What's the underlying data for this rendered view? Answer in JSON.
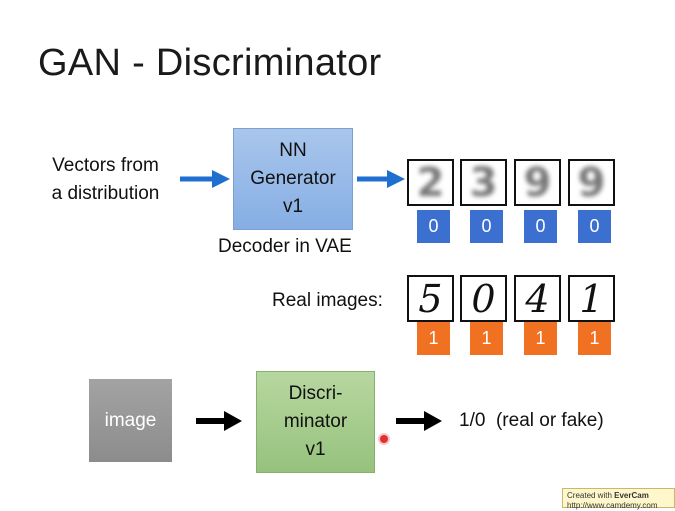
{
  "title": "GAN - Discriminator",
  "input_label_line1": "Vectors from",
  "input_label_line2": "a distribution",
  "generator": {
    "line1": "NN",
    "line2": "Generator",
    "line3": "v1"
  },
  "generator_caption": "Decoder in VAE",
  "generated_digits": [
    {
      "digit": "2",
      "label": "0"
    },
    {
      "digit": "3",
      "label": "0"
    },
    {
      "digit": "9",
      "label": "0"
    },
    {
      "digit": "9",
      "label": "0"
    }
  ],
  "real_images_label": "Real images:",
  "real_digits": [
    {
      "digit": "5",
      "label": "1"
    },
    {
      "digit": "0",
      "label": "1"
    },
    {
      "digit": "4",
      "label": "1"
    },
    {
      "digit": "1",
      "label": "1"
    }
  ],
  "image_box_label": "image",
  "discriminator": {
    "line1": "Discri-",
    "line2": "minator",
    "line3": "v1"
  },
  "output_label": "1/0  (real or fake)",
  "watermark": {
    "prefix": "Created with ",
    "brand": "EverCam",
    "url": "http://www.camdemy.com"
  },
  "colors": {
    "generator_fill": "#9dbde9",
    "discriminator_fill": "#a6cd8d",
    "fake_badge": "#3b6fd0",
    "real_badge": "#f07122",
    "arrow_blue": "#1f6fd1",
    "arrow_black": "#000000"
  },
  "icons": [
    "right-arrow-icon"
  ]
}
